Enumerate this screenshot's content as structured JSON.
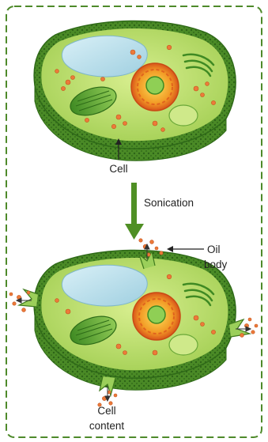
{
  "labels": {
    "cell": "Cell",
    "sonication": "Sonication",
    "oil_body_line1": "Oil",
    "oil_body_line2": "body",
    "cell_content_line1": "Cell",
    "cell_content_line2": "content"
  },
  "colors": {
    "frame_dash": "#4e8a2a",
    "cell_wall": "#3f7a1e",
    "cytoplasm": "#b9dd6a",
    "vacuole": "#bfe3ee",
    "chloroplast": "#5aa535",
    "nucleus_ring": "#f08a1a",
    "nucleolus": "#7cc24a",
    "oil_droplet": "#ec7a3a",
    "arrow": "#4f8f24",
    "label_text": "#222222"
  }
}
